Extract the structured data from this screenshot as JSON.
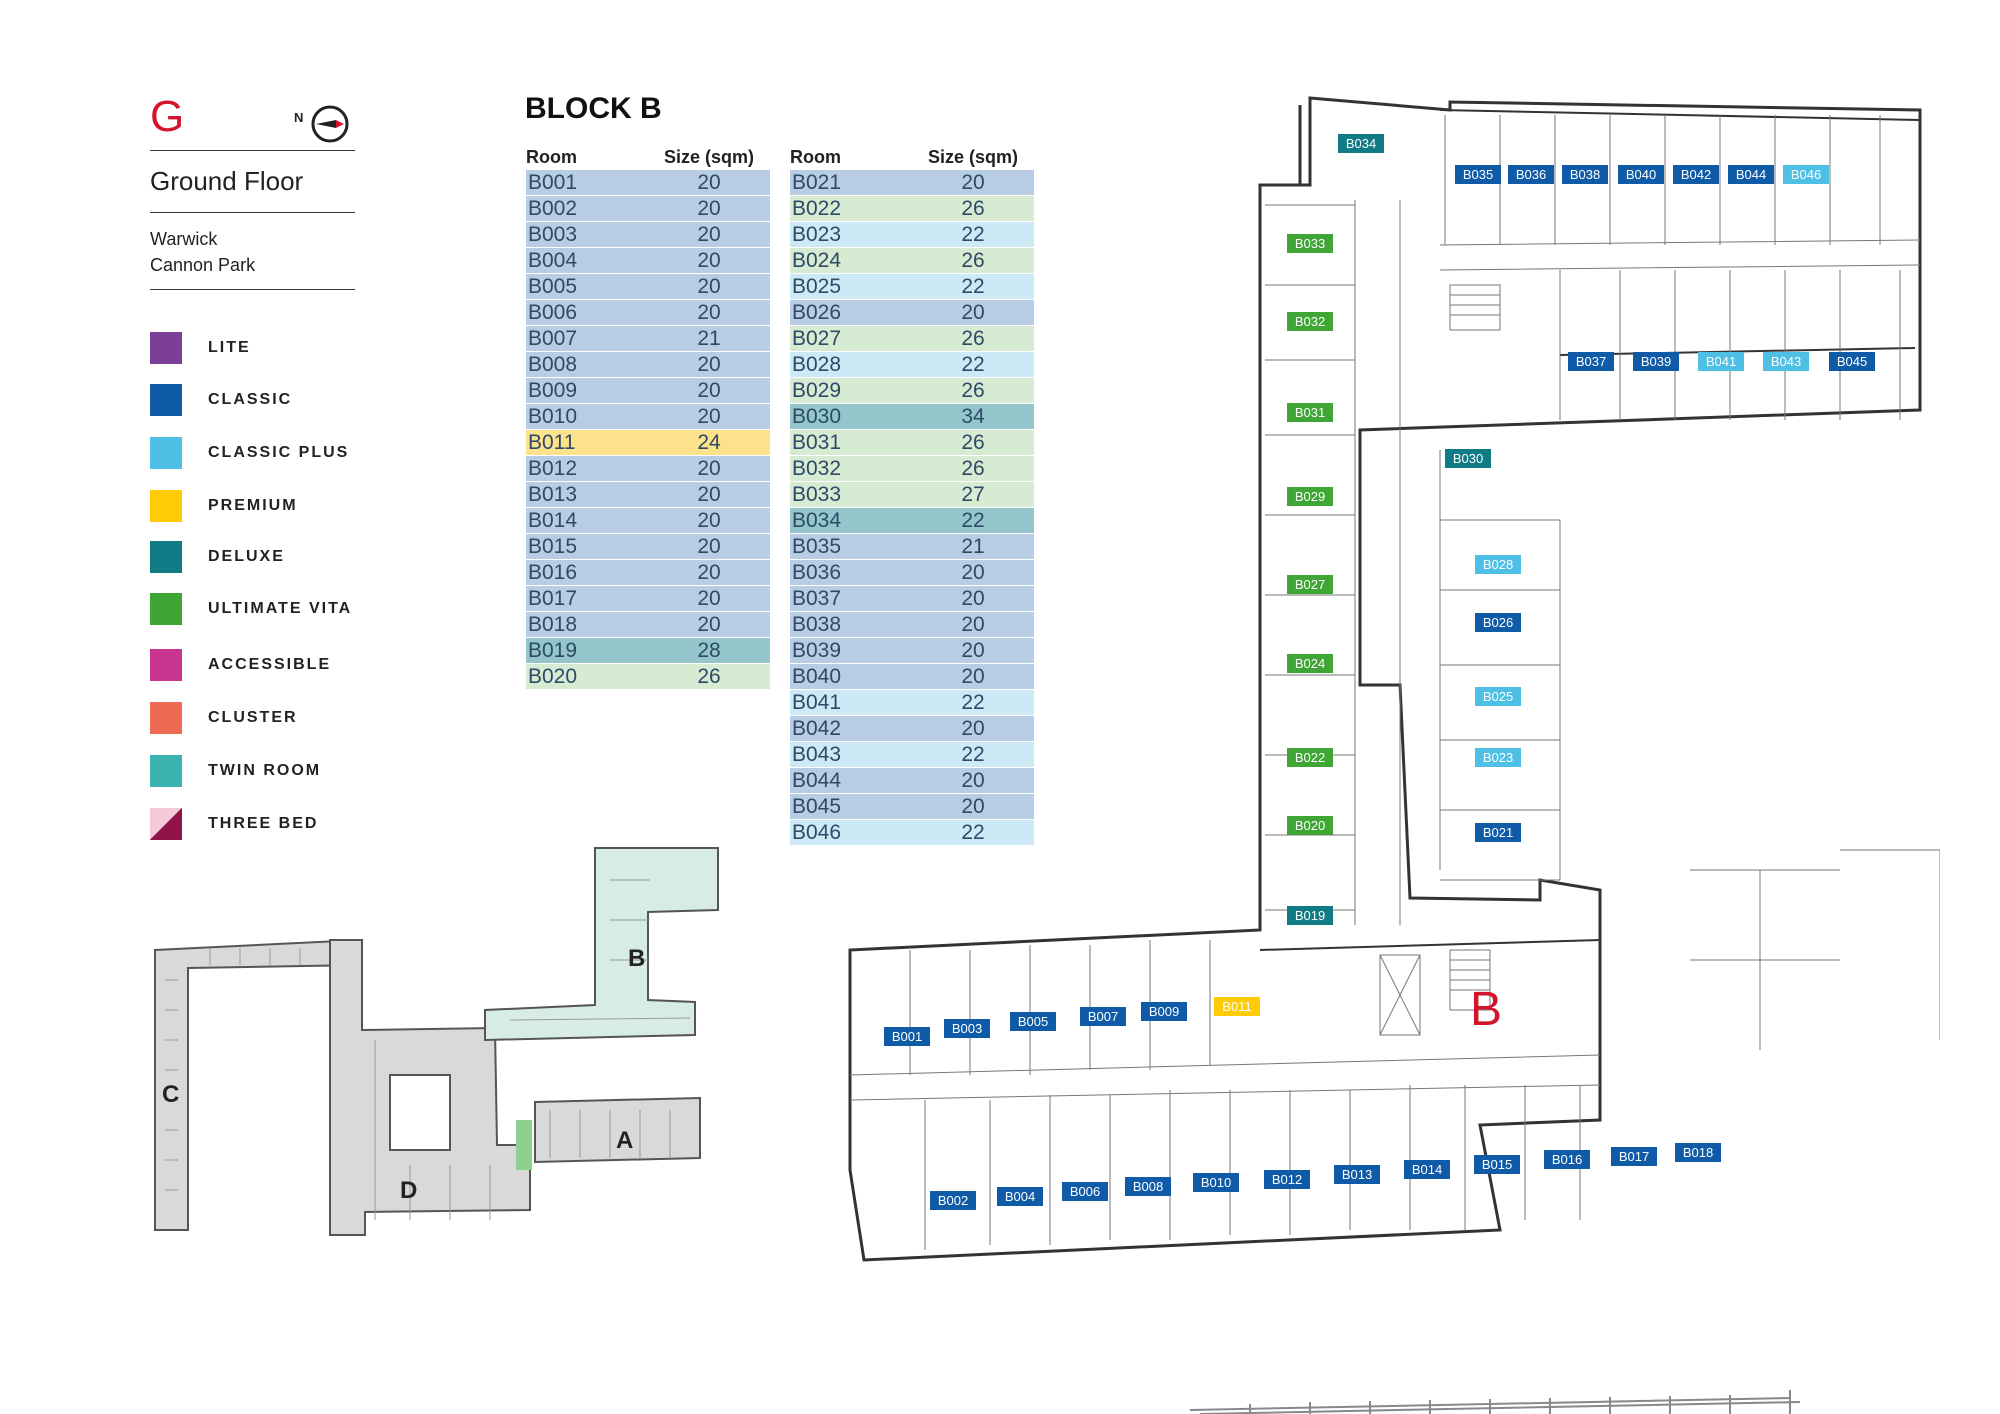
{
  "floor": {
    "code": "G",
    "name": "Ground Floor",
    "site_line1": "Warwick",
    "site_line2": "Cannon Park",
    "north_label": "N"
  },
  "colors": {
    "LITE": "#7b3f98",
    "CLASSIC": "#0f5ba7",
    "CLASSIC PLUS": "#4ec0e6",
    "PREMIUM": "#ffcb05",
    "DELUXE": "#0f7b85",
    "ULTIMATE VITA": "#3fa535",
    "ACCESSIBLE": "#c8358f",
    "CLUSTER": "#ec6a51",
    "TWIN ROOM": "#3bb3ae",
    "THREE BED": "#8e1347",
    "row_classic": "#b8cde3",
    "row_classic_plus": "#cde9f5",
    "row_premium": "#fde28c",
    "row_deluxe": "#93c5cb",
    "row_ultimate": "#d6ebd2"
  },
  "legend": [
    {
      "label": "LITE",
      "color": "#7b3f98",
      "icon": "square"
    },
    {
      "label": "CLASSIC",
      "color": "#0f5ba7",
      "icon": "square"
    },
    {
      "label": "CLASSIC PLUS",
      "color": "#4ec0e6",
      "icon": "square"
    },
    {
      "label": "PREMIUM",
      "color": "#ffcb05",
      "icon": "square"
    },
    {
      "label": "DELUXE",
      "color": "#0f7b85",
      "icon": "square"
    },
    {
      "label": "ULTIMATE VITA",
      "color": "#3fa535",
      "icon": "square"
    },
    {
      "label": "ACCESSIBLE",
      "color": "#c8358f",
      "icon": "square"
    },
    {
      "label": "CLUSTER",
      "color": "#ec6a51",
      "icon": "square"
    },
    {
      "label": "TWIN ROOM",
      "color": "#3bb3ae",
      "icon": "square"
    },
    {
      "label": "THREE BED",
      "color": "#8e1347",
      "icon": "diagonal-split-square"
    }
  ],
  "block": {
    "title": "BLOCK B",
    "col_room": "Room",
    "col_size": "Size (sqm)"
  },
  "table1": [
    {
      "room": "B001",
      "size": "20",
      "type": "classic"
    },
    {
      "room": "B002",
      "size": "20",
      "type": "classic"
    },
    {
      "room": "B003",
      "size": "20",
      "type": "classic"
    },
    {
      "room": "B004",
      "size": "20",
      "type": "classic"
    },
    {
      "room": "B005",
      "size": "20",
      "type": "classic"
    },
    {
      "room": "B006",
      "size": "20",
      "type": "classic"
    },
    {
      "room": "B007",
      "size": "21",
      "type": "classic"
    },
    {
      "room": "B008",
      "size": "20",
      "type": "classic"
    },
    {
      "room": "B009",
      "size": "20",
      "type": "classic"
    },
    {
      "room": "B010",
      "size": "20",
      "type": "classic"
    },
    {
      "room": "B011",
      "size": "24",
      "type": "premium"
    },
    {
      "room": "B012",
      "size": "20",
      "type": "classic"
    },
    {
      "room": "B013",
      "size": "20",
      "type": "classic"
    },
    {
      "room": "B014",
      "size": "20",
      "type": "classic"
    },
    {
      "room": "B015",
      "size": "20",
      "type": "classic"
    },
    {
      "room": "B016",
      "size": "20",
      "type": "classic"
    },
    {
      "room": "B017",
      "size": "20",
      "type": "classic"
    },
    {
      "room": "B018",
      "size": "20",
      "type": "classic"
    },
    {
      "room": "B019",
      "size": "28",
      "type": "deluxe"
    },
    {
      "room": "B020",
      "size": "26",
      "type": "ultimate"
    }
  ],
  "table2": [
    {
      "room": "B021",
      "size": "20",
      "type": "classic"
    },
    {
      "room": "B022",
      "size": "26",
      "type": "ultimate"
    },
    {
      "room": "B023",
      "size": "22",
      "type": "classic_plus"
    },
    {
      "room": "B024",
      "size": "26",
      "type": "ultimate"
    },
    {
      "room": "B025",
      "size": "22",
      "type": "classic_plus"
    },
    {
      "room": "B026",
      "size": "20",
      "type": "classic"
    },
    {
      "room": "B027",
      "size": "26",
      "type": "ultimate"
    },
    {
      "room": "B028",
      "size": "22",
      "type": "classic_plus"
    },
    {
      "room": "B029",
      "size": "26",
      "type": "ultimate"
    },
    {
      "room": "B030",
      "size": "34",
      "type": "deluxe"
    },
    {
      "room": "B031",
      "size": "26",
      "type": "ultimate"
    },
    {
      "room": "B032",
      "size": "26",
      "type": "ultimate"
    },
    {
      "room": "B033",
      "size": "27",
      "type": "ultimate"
    },
    {
      "room": "B034",
      "size": "22",
      "type": "deluxe"
    },
    {
      "room": "B035",
      "size": "21",
      "type": "classic"
    },
    {
      "room": "B036",
      "size": "20",
      "type": "classic"
    },
    {
      "room": "B037",
      "size": "20",
      "type": "classic"
    },
    {
      "room": "B038",
      "size": "20",
      "type": "classic"
    },
    {
      "room": "B039",
      "size": "20",
      "type": "classic"
    },
    {
      "room": "B040",
      "size": "20",
      "type": "classic"
    },
    {
      "room": "B041",
      "size": "22",
      "type": "classic_plus"
    },
    {
      "room": "B042",
      "size": "20",
      "type": "classic"
    },
    {
      "room": "B043",
      "size": "22",
      "type": "classic_plus"
    },
    {
      "room": "B044",
      "size": "20",
      "type": "classic"
    },
    {
      "room": "B045",
      "size": "20",
      "type": "classic"
    },
    {
      "room": "B046",
      "size": "22",
      "type": "classic_plus"
    }
  ],
  "site_plan": {
    "blocks": [
      "A",
      "B",
      "C",
      "D"
    ]
  },
  "floorplan": {
    "block_marker": "B",
    "room_tags": [
      {
        "id": "B034",
        "type": "deluxe"
      },
      {
        "id": "B035",
        "type": "classic"
      },
      {
        "id": "B036",
        "type": "classic"
      },
      {
        "id": "B038",
        "type": "classic"
      },
      {
        "id": "B040",
        "type": "classic"
      },
      {
        "id": "B042",
        "type": "classic"
      },
      {
        "id": "B044",
        "type": "classic"
      },
      {
        "id": "B046",
        "type": "classic_plus"
      },
      {
        "id": "B033",
        "type": "ultimate"
      },
      {
        "id": "B032",
        "type": "ultimate"
      },
      {
        "id": "B031",
        "type": "ultimate"
      },
      {
        "id": "B029",
        "type": "ultimate"
      },
      {
        "id": "B027",
        "type": "ultimate"
      },
      {
        "id": "B024",
        "type": "ultimate"
      },
      {
        "id": "B022",
        "type": "ultimate"
      },
      {
        "id": "B020",
        "type": "ultimate"
      },
      {
        "id": "B019",
        "type": "deluxe"
      },
      {
        "id": "B037",
        "type": "classic"
      },
      {
        "id": "B039",
        "type": "classic"
      },
      {
        "id": "B041",
        "type": "classic_plus"
      },
      {
        "id": "B043",
        "type": "classic_plus"
      },
      {
        "id": "B045",
        "type": "classic"
      },
      {
        "id": "B030",
        "type": "deluxe"
      },
      {
        "id": "B028",
        "type": "classic_plus"
      },
      {
        "id": "B026",
        "type": "classic"
      },
      {
        "id": "B025",
        "type": "classic_plus"
      },
      {
        "id": "B023",
        "type": "classic_plus"
      },
      {
        "id": "B021",
        "type": "classic"
      },
      {
        "id": "B001",
        "type": "classic"
      },
      {
        "id": "B003",
        "type": "classic"
      },
      {
        "id": "B005",
        "type": "classic"
      },
      {
        "id": "B007",
        "type": "classic"
      },
      {
        "id": "B009",
        "type": "classic"
      },
      {
        "id": "B011",
        "type": "premium"
      },
      {
        "id": "B002",
        "type": "classic"
      },
      {
        "id": "B004",
        "type": "classic"
      },
      {
        "id": "B006",
        "type": "classic"
      },
      {
        "id": "B008",
        "type": "classic"
      },
      {
        "id": "B010",
        "type": "classic"
      },
      {
        "id": "B012",
        "type": "classic"
      },
      {
        "id": "B013",
        "type": "classic"
      },
      {
        "id": "B014",
        "type": "classic"
      },
      {
        "id": "B015",
        "type": "classic"
      },
      {
        "id": "B016",
        "type": "classic"
      },
      {
        "id": "B017",
        "type": "classic"
      },
      {
        "id": "B018",
        "type": "classic"
      }
    ]
  }
}
